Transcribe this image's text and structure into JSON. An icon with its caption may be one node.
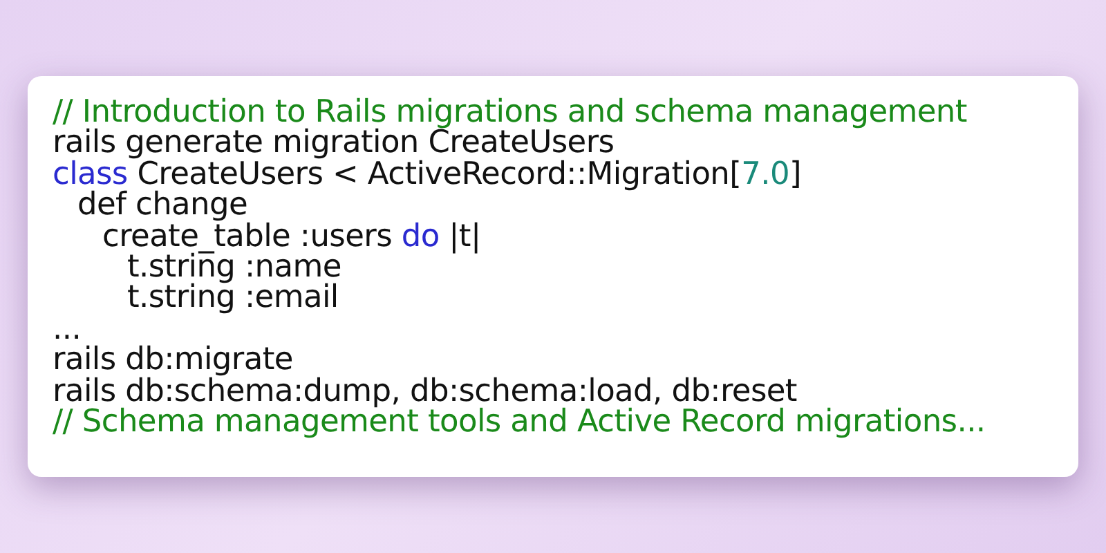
{
  "diagram": {
    "labels": [
      "// Introduction to Rails migrations and schema management",
      "rails generate migration CreateUsers",
      "class CreateUsers < ActiveRecord::Migration[7.0]",
      "def change",
      "create_table :users do |t|",
      "t.string :name",
      "t.string :email",
      "...",
      "rails db:migrate",
      "rails db:schema:dump, db:schema:load, db:reset",
      "// Schema management tools and Active Record migrations..."
    ]
  }
}
